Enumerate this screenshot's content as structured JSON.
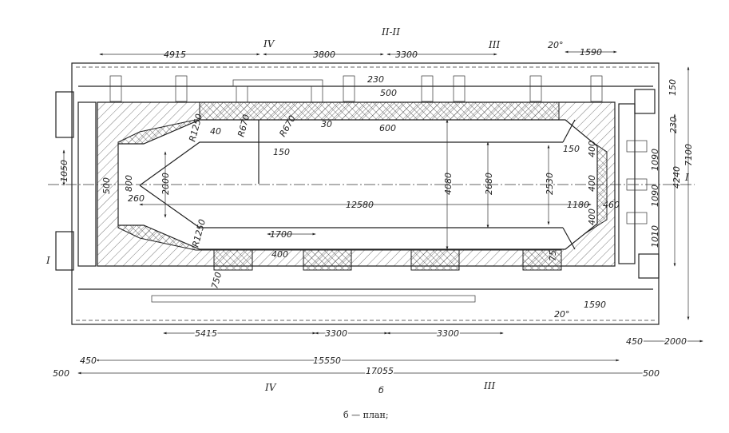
{
  "drawing": {
    "caption": "б — план;",
    "view_letter": "б",
    "section_marks": {
      "top_center": "II-II",
      "top_iv": "IV",
      "top_iii": "III",
      "right_i": "I",
      "left_i": "I",
      "bottom_iv": "IV",
      "bottom_iii": "III"
    },
    "top_dims": {
      "d4915": "4915",
      "d3800": "3800",
      "d3300": "3300",
      "d1590": "1590",
      "angle20": "20°",
      "d230": "230",
      "d500": "500",
      "d600": "600",
      "d30": "30",
      "d40": "40",
      "r1250": "R1250",
      "r670a": "R670",
      "r670b": "R670",
      "d150": "150"
    },
    "left_dims": {
      "d1050": "1050",
      "d500": "500",
      "d800": "800",
      "d260": "260",
      "d2000": "2000"
    },
    "center_dims": {
      "d12580": "12580",
      "d4080": "4080",
      "d2680": "2680",
      "d2530": "2530",
      "d150r": "150",
      "d1180": "1180",
      "d460": "460"
    },
    "right_dims": {
      "d400a": "400",
      "d400b": "400",
      "d400c": "400",
      "d1090a": "1090",
      "d1090b": "1090",
      "d1010": "1010",
      "d150": "150",
      "d230": "230",
      "d4240": "4240",
      "d7100": "7100"
    },
    "lower_dims": {
      "d1700": "1700",
      "d400": "400",
      "d750": "750",
      "d75": "75",
      "r1250": "R1250",
      "angle20": "20°",
      "d1590": "1590"
    },
    "bottom_dims": {
      "d5415": "5415",
      "d3300a": "3300",
      "d3300b": "3300",
      "d450r": "450",
      "d2000": "2000",
      "d450l": "450",
      "d15550": "15550",
      "d500l": "500",
      "d17055": "17055",
      "d500r": "500"
    }
  }
}
